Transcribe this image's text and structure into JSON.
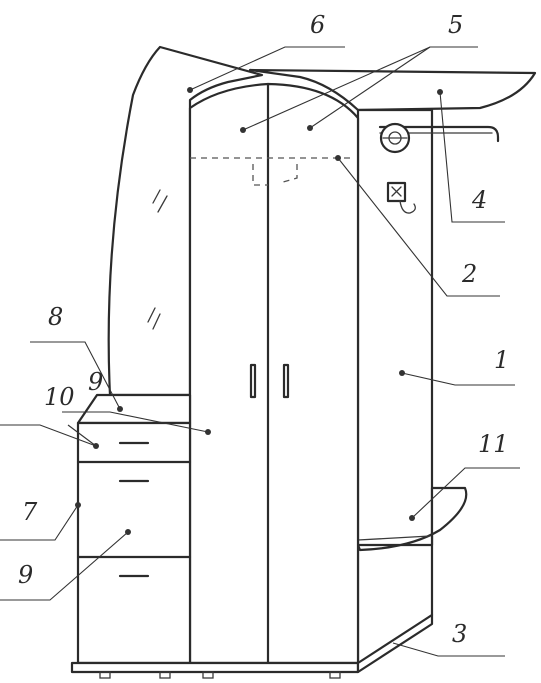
{
  "labels": {
    "l1": "1",
    "l2": "2",
    "l3": "3",
    "l4": "4",
    "l5": "5",
    "l6": "6",
    "l7": "7",
    "l8": "8",
    "l9a": "9",
    "l9b": "9",
    "l10": "10",
    "l11": "11"
  }
}
